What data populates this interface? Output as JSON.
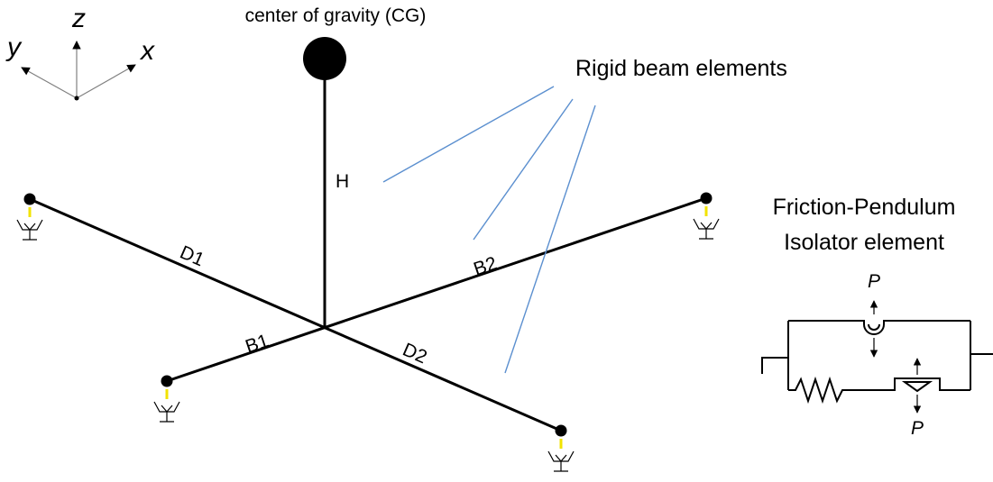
{
  "labels": {
    "cg": "center of gravity (CG)",
    "rigid": "Rigid beam elements",
    "isolator_line1": "Friction-Pendulum",
    "isolator_line2": "Isolator element",
    "h": "H",
    "d1": "D1",
    "d2": "D2",
    "b1": "B1",
    "b2": "B2",
    "p_top": "P",
    "p_bottom": "P"
  },
  "axes": {
    "z": "z",
    "y": "y",
    "x": "x"
  },
  "colors": {
    "beam": "#000000",
    "leader": "#5b8fcf",
    "isolator_mark": "#f2e300",
    "axis_arrow": "#808080"
  }
}
